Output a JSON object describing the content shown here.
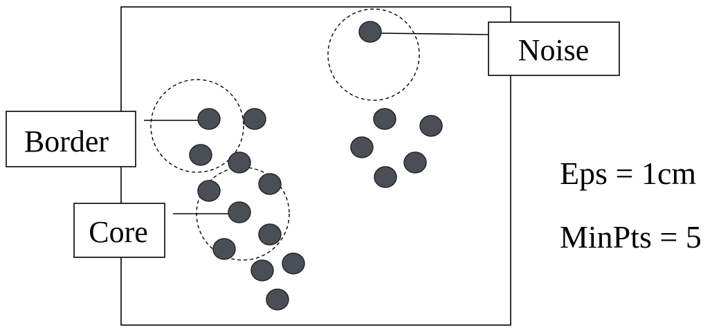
{
  "labels": {
    "noise": "Noise",
    "border": "Border",
    "core": "Core"
  },
  "parameters": {
    "eps": "Eps = 1cm",
    "minpts": "MinPts = 5"
  },
  "colors": {
    "point_fill": "#4a4f57",
    "point_stroke": "#23262a",
    "frame": "#000000"
  }
}
